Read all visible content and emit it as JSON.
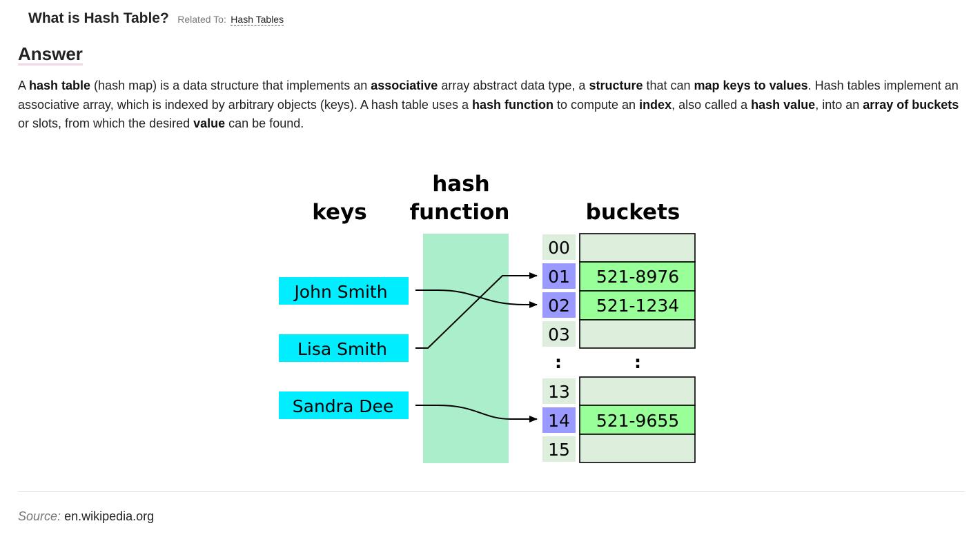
{
  "question": {
    "title": "What is Hash Table?",
    "related_prefix": "Related To:",
    "related_link": "Hash Tables"
  },
  "answer": {
    "heading": "Answer",
    "segments": [
      {
        "text": "A ",
        "bold": false
      },
      {
        "text": "hash table",
        "bold": true
      },
      {
        "text": " (hash map) is a data structure that implements an ",
        "bold": false
      },
      {
        "text": "associative",
        "bold": true
      },
      {
        "text": " array abstract data type, a ",
        "bold": false
      },
      {
        "text": "structure",
        "bold": true
      },
      {
        "text": " that can ",
        "bold": false
      },
      {
        "text": "map keys to values",
        "bold": true
      },
      {
        "text": ". Hash tables implement an associative array, which is indexed by arbitrary objects (keys). A hash table uses a ",
        "bold": false
      },
      {
        "text": "hash function",
        "bold": true
      },
      {
        "text": " to compute an ",
        "bold": false
      },
      {
        "text": "index",
        "bold": true
      },
      {
        "text": ", also called a ",
        "bold": false
      },
      {
        "text": "hash value",
        "bold": true
      },
      {
        "text": ", into an ",
        "bold": false
      },
      {
        "text": "array of buckets",
        "bold": true
      },
      {
        "text": " or slots, from which the desired ",
        "bold": false
      },
      {
        "text": "value",
        "bold": true
      },
      {
        "text": " can be found.",
        "bold": false
      }
    ]
  },
  "diagram": {
    "headers": {
      "keys": "keys",
      "hash_line1": "hash",
      "hash_line2": "function",
      "buckets": "buckets"
    },
    "keys": [
      "John Smith",
      "Lisa Smith",
      "Sandra Dee"
    ],
    "buckets_top": [
      {
        "index": "00",
        "value": ""
      },
      {
        "index": "01",
        "value": "521-8976"
      },
      {
        "index": "02",
        "value": "521-1234"
      },
      {
        "index": "03",
        "value": ""
      }
    ],
    "buckets_bottom": [
      {
        "index": "13",
        "value": ""
      },
      {
        "index": "14",
        "value": "521-9655"
      },
      {
        "index": "15",
        "value": ""
      }
    ],
    "ellipsis": ":",
    "colors": {
      "key_fill": "#00eeff",
      "hash_fill": "#aaeecc",
      "index_fill": "#ddeedd",
      "index_highlight": "#9999ff",
      "bucket_filled": "#99ff99",
      "bucket_empty": "#ddeedd"
    }
  },
  "source": {
    "label": "Source:",
    "value": "en.wikipedia.org"
  }
}
